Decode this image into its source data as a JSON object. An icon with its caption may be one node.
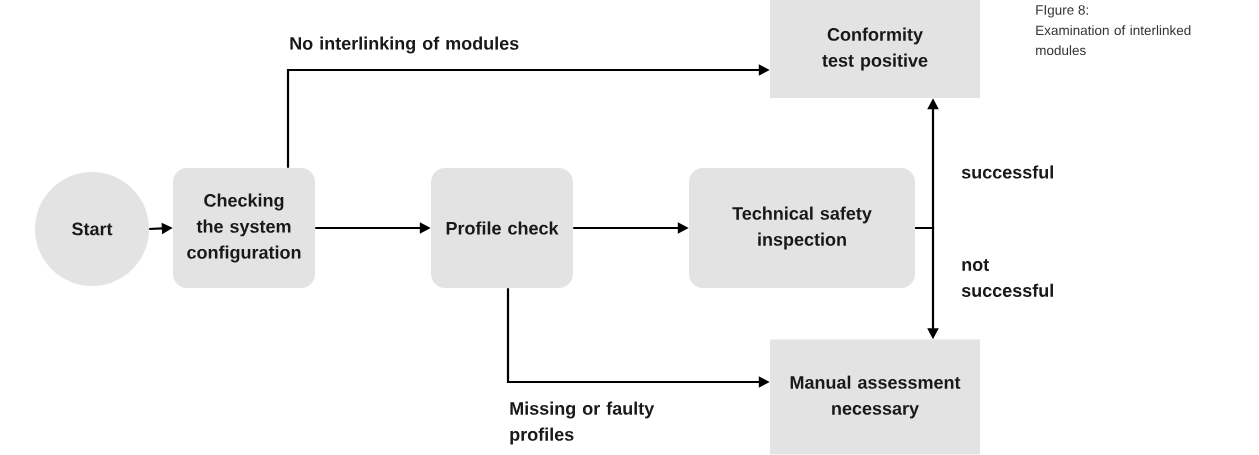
{
  "diagram": {
    "title": "FIgure 8:",
    "caption": "Examination of interlinked modules",
    "nodes": [
      {
        "text": [
          "Start"
        ]
      },
      {
        "text": [
          "Checking the system configuration"
        ]
      },
      {
        "text": [
          "Profile check"
        ]
      },
      {
        "text": [
          "Technical safety inspection"
        ]
      },
      {
        "text": [
          "Conformity test positive"
        ]
      },
      {
        "text": [
          "Manual assessment necessary"
        ]
      }
    ],
    "edges": [
      {
        "from": 0,
        "to": 1,
        "arrow": "to"
      },
      {
        "from": 1,
        "to": 2,
        "arrow": "to"
      },
      {
        "from": 2,
        "to": 3,
        "arrow": "to"
      },
      {
        "from": 1,
        "to": 4,
        "arrow": "to",
        "label": "No interlinking of modules"
      },
      {
        "from": 3,
        "to": 4,
        "arrow": "to",
        "label": "successful"
      },
      {
        "from": 3,
        "to": 5,
        "arrow": "to",
        "label": "not successful"
      },
      {
        "from": 2,
        "to": 5,
        "arrow": "to",
        "label": "Missing or faulty profiles"
      }
    ]
  }
}
